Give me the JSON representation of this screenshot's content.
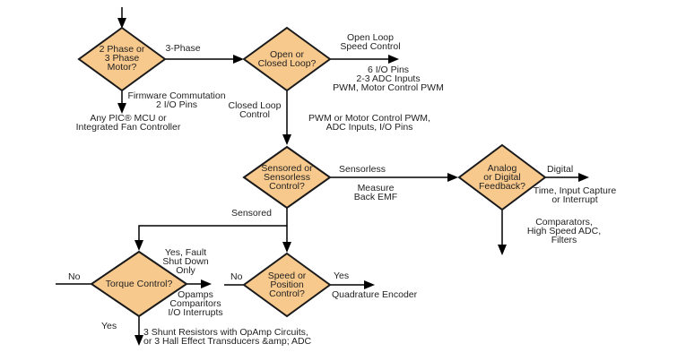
{
  "colors": {
    "background": "#FFFFFF",
    "node_fill": "#F8C98D",
    "node_border": "#1A1A1A",
    "connector": "#000000",
    "text": "#1F1F1F"
  },
  "nodes": {
    "phase_motor": "2 Phase or\n3 Phase\nMotor?",
    "open_closed_loop": "Open or\nClosed Loop?",
    "sensored_sensorless": "Sensored or\nSensorless\nControl?",
    "analog_digital_feedback": "Analog\nor Digital\nFeedback?",
    "torque_control": "Torque Control?",
    "speed_position_control": "Speed or\nPosition\nControl?"
  },
  "edge_labels": {
    "three_phase": "3-Phase",
    "firmware_commutation": "Firmware Commutation\n2 I/O Pins",
    "any_pic_mcu": "Any PIC® MCU or\nIntegrated Fan Controller",
    "open_loop": "Open Loop\nSpeed Control",
    "open_loop_resources": "6 I/O Pins\n2-3 ADC Inputs\nPWM, Motor Control PWM",
    "closed_loop": "Closed Loop\nControl",
    "closed_loop_resources": "PWM or Motor Control PWM,\nADC Inputs, I/O Pins",
    "sensorless": "Sensorless",
    "measure_back_emf": "Measure\nBack EMF",
    "sensored": "Sensored",
    "digital": "Digital",
    "digital_resources": "Time, Input Capture\nor Interrupt",
    "analog_resources": "Comparators,\nHigh Speed ADC,\nFilters",
    "torque_no": "No",
    "torque_yes_fault": "Yes, Fault\nShut Down\nOnly",
    "torque_opamps": "Opamps\nComparitors\nI/O Interrupts",
    "torque_yes": "Yes",
    "shunt_resistors": "3 Shunt Resistors with OpAmp Circuits,\nor 3 Hall Effect Transducers &amp; ADC",
    "speed_no": "No",
    "speed_yes": "Yes",
    "quadrature_encoder": "Quadrature Encoder"
  }
}
